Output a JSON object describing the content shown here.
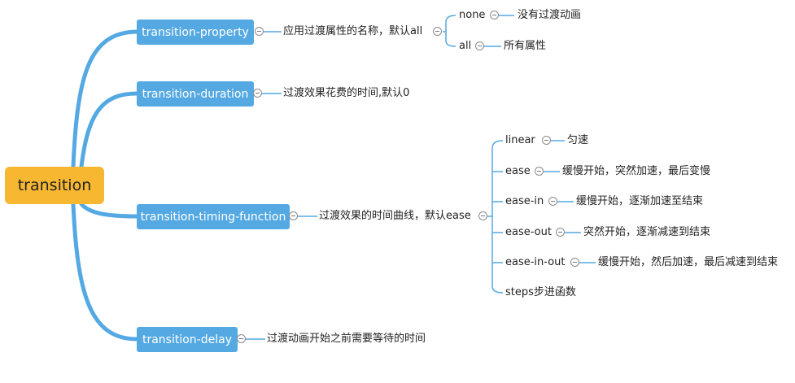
{
  "root": {
    "label": "transition"
  },
  "branches": [
    {
      "label": "transition-property",
      "desc": "应用过渡属性的名称，默认all",
      "children": [
        {
          "label": "none",
          "desc": "没有过渡动画"
        },
        {
          "label": "all",
          "desc": "所有属性"
        }
      ]
    },
    {
      "label": "transition-duration",
      "desc": "过渡效果花费的时间,默认0"
    },
    {
      "label": "transition-timing-function",
      "desc": "过渡效果的时间曲线，默认ease",
      "children": [
        {
          "label": "linear",
          "desc": "匀速"
        },
        {
          "label": "ease",
          "desc": "缓慢开始，突然加速，最后变慢"
        },
        {
          "label": "ease-in",
          "desc": "缓慢开始，逐渐加速至结束"
        },
        {
          "label": "ease-out",
          "desc": "突然开始，逐渐减速到结束"
        },
        {
          "label": "ease-in-out",
          "desc": "缓慢开始，然后加速，最后减速到结束"
        },
        {
          "label": "steps步进函数"
        }
      ]
    },
    {
      "label": "transition-delay",
      "desc": "过渡动画开始之前需要等待的时间"
    }
  ],
  "colors": {
    "root_fill": "#f7b731",
    "branch_fill": "#55a9e3",
    "connector": "#55a9e3",
    "text": "#222222"
  }
}
